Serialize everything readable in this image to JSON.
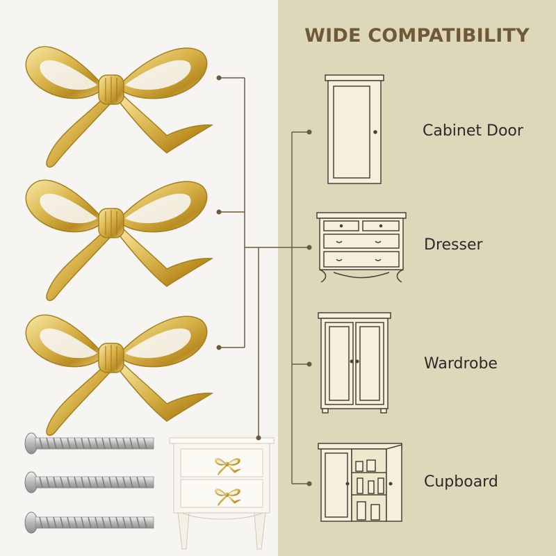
{
  "header": {
    "title": "WIDE COMPATIBILITY"
  },
  "uses": [
    {
      "label": "Cabinet Door",
      "icon": "cabinet-door-icon"
    },
    {
      "label": "Dresser",
      "icon": "dresser-icon"
    },
    {
      "label": "Wardrobe",
      "icon": "wardrobe-icon"
    },
    {
      "label": "Cupboard",
      "icon": "cupboard-icon"
    }
  ],
  "colors": {
    "left_background": "#f7f5f1",
    "right_background": "#ded8ba",
    "title": "#6e5a36",
    "connector": "#6b5a3c",
    "gold": "#d4b24a",
    "furniture_line": "#4a4036",
    "furniture_fill": "#f5efde"
  }
}
